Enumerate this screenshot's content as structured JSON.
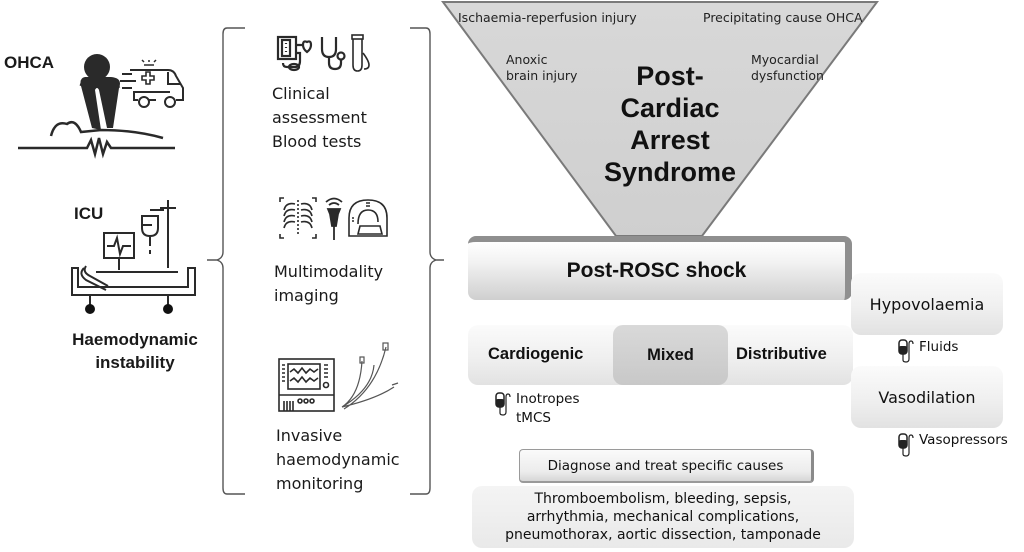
{
  "left": {
    "ohca_label": "OHCA",
    "icu_label": "ICU",
    "instability_line1": "Haemodynamic",
    "instability_line2": "instability",
    "icons": [
      "cpr-person-icon",
      "ambulance-icon",
      "ecg-trace-icon",
      "icu-bed-icon",
      "monitor-icon",
      "iv-drip-icon"
    ]
  },
  "assessment": {
    "items": [
      {
        "icons": [
          "blood-pressure-icon",
          "stethoscope-icon",
          "blood-test-tube-icon"
        ],
        "lines": [
          "Clinical",
          "assessment",
          "Blood tests"
        ]
      },
      {
        "icons": [
          "chest-xray-icon",
          "ultrasound-probe-icon",
          "ct-scanner-icon"
        ],
        "lines": [
          "Multimodality",
          "imaging"
        ]
      },
      {
        "icons": [
          "haemodynamic-monitor-icon",
          "catheter-icon"
        ],
        "lines": [
          "Invasive",
          "haemodynamic",
          "monitoring"
        ]
      }
    ]
  },
  "pcas": {
    "title_lines": [
      "Post-",
      "Cardiac",
      "Arrest",
      "Syndrome"
    ],
    "components": {
      "top_left": "Ischaemia-reperfusion injury",
      "top_right": "Precipitating cause OHCA",
      "mid_left_1": "Anoxic",
      "mid_left_2": "brain injury",
      "mid_right_1": "Myocardial",
      "mid_right_2": "dysfunction"
    }
  },
  "shock": {
    "title": "Post-ROSC shock",
    "types": {
      "cardiogenic": "Cardiogenic",
      "mixed": "Mixed",
      "distributive": "Distributive"
    },
    "cardiogenic_treatment_1": "Inotropes",
    "cardiogenic_treatment_2": "tMCS",
    "hypovolaemia": "Hypovolaemia",
    "hypovolaemia_treatment": "Fluids",
    "vasodilation": "Vasodilation",
    "vasodilation_treatment": "Vasopressors",
    "diagnose_label": "Diagnose and treat specific causes",
    "causes_lines": [
      "Thromboembolism, bleeding, sepsis,",
      "arrhythmia, mechanical complications,",
      "pneumothorax, aortic dissection, tamponade"
    ]
  },
  "colors": {
    "triangle_fill": "#d4d4d4",
    "triangle_stroke": "#7a7a7a",
    "box_border": "#8f8f8f",
    "mixed_fill": "#cccccc",
    "text": "#111111"
  }
}
